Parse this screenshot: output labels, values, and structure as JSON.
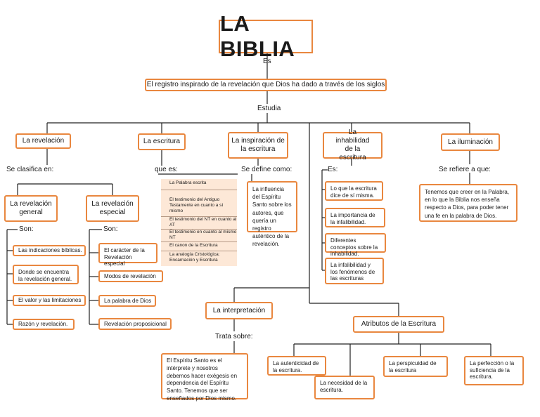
{
  "title": "LA BIBLIA",
  "connectors": {
    "es": "Es",
    "estudia": "Estudia"
  },
  "definition": "El registro inspirado de la revelación que Dios ha dado a través de los siglos",
  "topics": {
    "revelacion": "La revelación",
    "escritura": "La escritura",
    "inspiracion": "La inspiración de la escritura",
    "inhabilidad": "La inhabilidad de la escritura",
    "iluminacion": "La iluminación"
  },
  "revelacion": {
    "clasifica": "Se clasifica en:",
    "general": {
      "title": "La revelación general",
      "son": "Son:",
      "items": [
        "Las indicaciones bíblicas.",
        "Donde se encuentra la revelación general.",
        "El valor y las limitaciones",
        "Razón y revelación."
      ]
    },
    "especial": {
      "title": "La revelación especial",
      "son": "Son:",
      "items": [
        "El carácter de la Revelación especial",
        "Modos de revelación",
        "La palabra de Dios",
        "Revelación proposicional"
      ]
    }
  },
  "escritura": {
    "que_es": "que es:",
    "items": [
      "La Palabra escrita",
      "El testimonio del Antiguo Testamente en cuanto a  sí mismo",
      "El testimonio del NT en cuanto al AT",
      "El testimonio en cuanto  al mismo NT",
      "El canon de la Escritura",
      "La analogía Cristológica: Encarnación y Escritura"
    ]
  },
  "inspiracion": {
    "define": "Se define como:",
    "text": "La influencia del Espíritu Santo sobre los autores, que quería un registro auténtico de la revelación."
  },
  "inhabilidad": {
    "es": "Es:",
    "items": [
      "Lo que la escritura dice de sí misma.",
      "La importancia de la infalibilidad.",
      "Diferentes conceptos sobre la inhabilidad.",
      "La infalibilidad y los fenómenos de las escrituras"
    ]
  },
  "iluminacion": {
    "refiere": "Se refiere a que:",
    "text": "Tenemos que creer en la Palabra, en lo que la Biblia nos enseña respecto a Dios, para poder tener una fe en la palabra de Dios."
  },
  "interpretacion": {
    "title": "La interpretación",
    "trata": "Trata sobre:",
    "text": "El Espíritu Santo es el intérprete y nosotros debemos hacer exégesis en dependencia del Espíritu Santo. Tenemos que ser enseñados por Dios mismo."
  },
  "atributos": {
    "title": "Atributos de la Escritura",
    "items": [
      "La autenticidad de la escritura.",
      "La necesidad de la escritura.",
      "La perspicuidad de la escritura",
      "La perfección o la suficiencia de la escritura."
    ]
  },
  "colors": {
    "border": "#e9873f",
    "line": "#222222",
    "fill": "#fde8d7"
  }
}
